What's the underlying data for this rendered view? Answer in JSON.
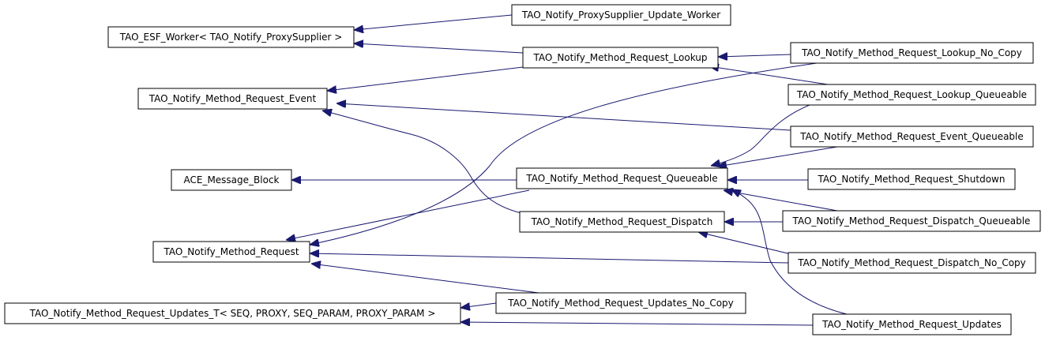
{
  "colors": {
    "edge": "#191970",
    "node_border": "#000000",
    "node_fill": "#ffffff",
    "text": "#000000"
  },
  "nodes": {
    "update_worker": "TAO_Notify_ProxySupplier_Update_Worker",
    "esf_worker": "TAO_ESF_Worker< TAO_Notify_ProxySupplier >",
    "lookup": "TAO_Notify_Method_Request_Lookup",
    "lookup_no_copy": "TAO_Notify_Method_Request_Lookup_No_Copy",
    "event": "TAO_Notify_Method_Request_Event",
    "lookup_queueable": "TAO_Notify_Method_Request_Lookup_Queueable",
    "event_queueable": "TAO_Notify_Method_Request_Event_Queueable",
    "ace_message_block": "ACE_Message_Block",
    "queueable": "TAO_Notify_Method_Request_Queueable",
    "shutdown": "TAO_Notify_Method_Request_Shutdown",
    "dispatch": "TAO_Notify_Method_Request_Dispatch",
    "dispatch_queueable": "TAO_Notify_Method_Request_Dispatch_Queueable",
    "method_request": "TAO_Notify_Method_Request",
    "dispatch_no_copy": "TAO_Notify_Method_Request_Dispatch_No_Copy",
    "updates_t": "TAO_Notify_Method_Request_Updates_T< SEQ, PROXY, SEQ_PARAM, PROXY_PARAM >",
    "updates_no_copy": "TAO_Notify_Method_Request_Updates_No_Copy",
    "updates": "TAO_Notify_Method_Request_Updates"
  }
}
